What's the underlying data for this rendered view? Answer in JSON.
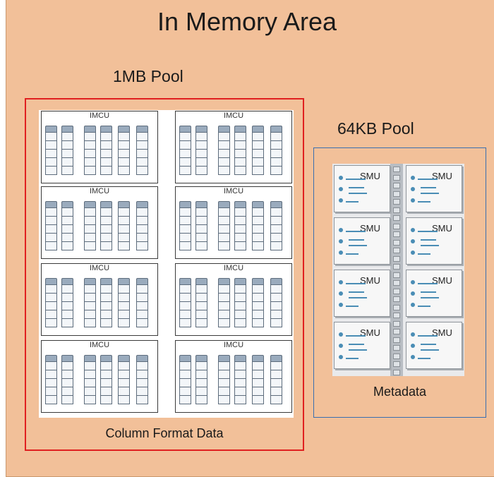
{
  "title": "In Memory Area",
  "pool_1mb": {
    "label": "1MB Pool",
    "unit_label": "IMCU",
    "footer": "Column Format Data"
  },
  "pool_64kb": {
    "label": "64KB Pool",
    "unit_label": "SMU",
    "footer": "Metadata"
  },
  "colors": {
    "area_fill": "#f2c099",
    "pool_1mb_border": "#e02020",
    "pool_64kb_border": "#3a6fb0",
    "column_header": "#9aabbd",
    "smu_accent": "#4a8db5"
  }
}
